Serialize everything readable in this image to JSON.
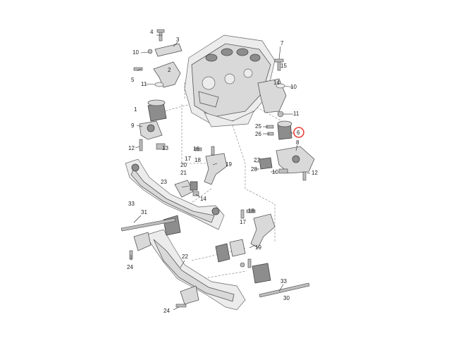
{
  "callouts": {
    "c1": "1",
    "c2": "2",
    "c3": "3",
    "c4": "4",
    "c5": "5",
    "c6": "6",
    "c7": "7",
    "c8": "8",
    "c9": "9",
    "c10a": "10",
    "c10b": "10",
    "c10c": "10",
    "c11a": "11",
    "c11b": "11",
    "c12a": "12",
    "c12b": "12",
    "c13": "13",
    "c14": "14",
    "c15": "15",
    "c16": "16",
    "c17a": "17",
    "c17b": "17",
    "c18a": "18",
    "c18b": "18",
    "c19a": "19",
    "c19b": "19",
    "c20": "20",
    "c21": "21",
    "c22": "22",
    "c23": "23",
    "c24a": "24",
    "c24b": "24",
    "c25": "25",
    "c26": "26",
    "c27": "27",
    "c28": "28",
    "c30": "30",
    "c31": "31",
    "c33a": "33",
    "c33b": "33"
  },
  "highlighted_callout": "6",
  "colors": {
    "highlight": "#e8413a",
    "ink": "#222222"
  }
}
